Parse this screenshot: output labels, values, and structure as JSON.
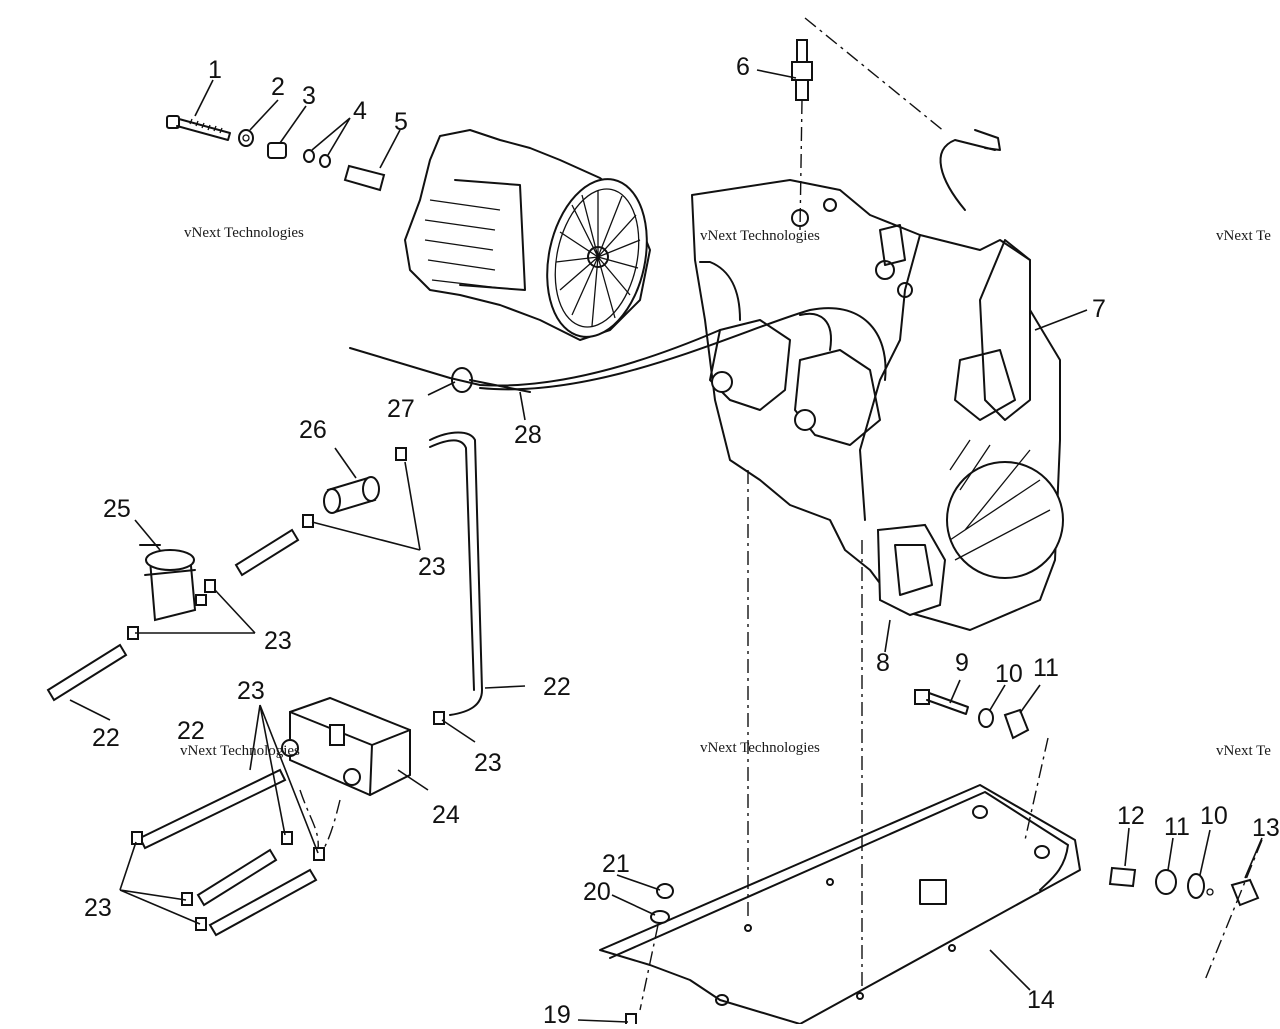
{
  "callouts": {
    "c1": "1",
    "c2": "2",
    "c3": "3",
    "c4": "4",
    "c5": "5",
    "c6": "6",
    "c7": "7",
    "c8": "8",
    "c9": "9",
    "c10a": "10",
    "c11a": "11",
    "c12": "12",
    "c11b": "11",
    "c10b": "10",
    "c13": "13",
    "c14": "14",
    "c19": "19",
    "c20": "20",
    "c21": "21",
    "c22a": "22",
    "c22b": "22",
    "c22c": "22",
    "c23a": "23",
    "c23b": "23",
    "c23c": "23",
    "c23d": "23",
    "c23e": "23",
    "c24": "24",
    "c25": "25",
    "c26": "26",
    "c27": "27",
    "c28": "28"
  },
  "watermark": {
    "line1": "vNext Technologies",
    "line2": "vNext Technologies",
    "line3": "vNext Technologies",
    "line4": "vNext Technologies",
    "line5": "vNext Te",
    "line6": "vNext Te"
  }
}
